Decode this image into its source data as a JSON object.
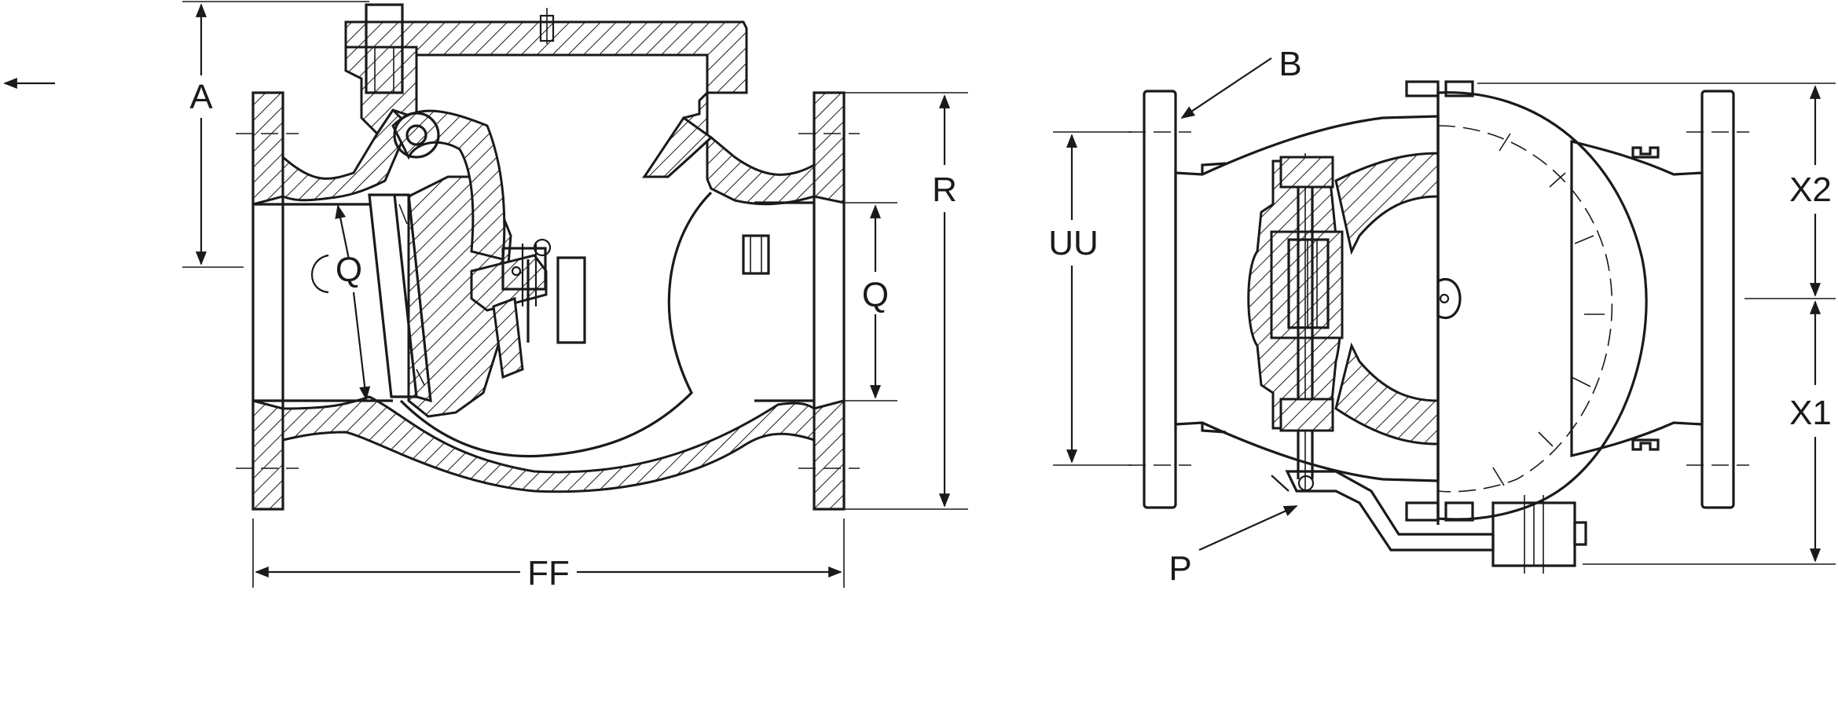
{
  "labels": {
    "A": "A",
    "R": "R",
    "Q_left": "Q",
    "Q_right": "Q",
    "FF": "FF",
    "B": "B",
    "UU": "UU",
    "P": "P",
    "X1": "X1",
    "X2": "X2"
  },
  "colors": {
    "ink": "#1a1a1a",
    "background": "#ffffff"
  }
}
